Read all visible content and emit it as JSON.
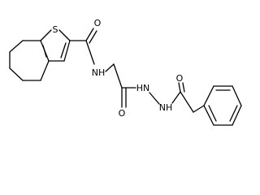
{
  "diagram": {
    "kind": "skeletal-structure",
    "line_color": "#000000",
    "background": "#ffffff",
    "atom_labels": {
      "s1": "S",
      "o1": "O",
      "nh1": "NH",
      "o2": "O",
      "hn1": "HN",
      "nh2": "NH",
      "o3": "O"
    }
  }
}
